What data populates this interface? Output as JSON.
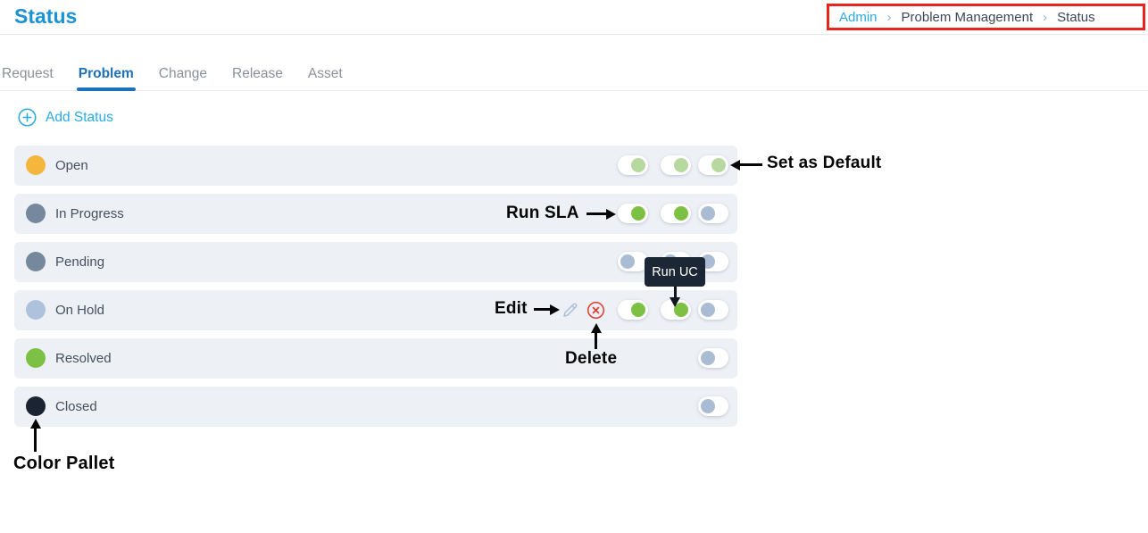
{
  "header": {
    "title": "Status",
    "breadcrumb": {
      "separator": "›",
      "items": [
        "Admin",
        "Problem Management",
        "Status"
      ]
    }
  },
  "tabs": [
    {
      "label": "Request",
      "active": false
    },
    {
      "label": "Problem",
      "active": true
    },
    {
      "label": "Change",
      "active": false
    },
    {
      "label": "Release",
      "active": false
    },
    {
      "label": "Asset",
      "active": false
    }
  ],
  "toolbar": {
    "add_status_label": "Add Status",
    "add_icon": "plus-circle-icon"
  },
  "status_rows": [
    {
      "label": "Open",
      "color": "#f5b63e",
      "toggles": [
        "on-pale",
        "on-pale",
        "on-pale"
      ]
    },
    {
      "label": "In Progress",
      "color": "#75889e",
      "toggles": [
        "on-green",
        "on-green",
        "off"
      ]
    },
    {
      "label": "Pending",
      "color": "#75889e",
      "toggles": [
        "off",
        "off",
        "off"
      ]
    },
    {
      "label": "On Hold",
      "color": "#aec2de",
      "toggles": [
        "on-green",
        "on-green",
        "off"
      ],
      "row_icons": [
        "edit-pencil-icon",
        "delete-circle-icon"
      ]
    },
    {
      "label": "Resolved",
      "color": "#7cc143",
      "toggles": [
        "",
        "",
        "off"
      ]
    },
    {
      "label": "Closed",
      "color": "#1b2433",
      "toggles": [
        "",
        "",
        "off"
      ]
    }
  ],
  "annotations": {
    "set_as_default": "Set as Default",
    "run_sla": "Run SLA",
    "run_uc_tooltip": "Run UC",
    "edit": "Edit",
    "delete": "Delete",
    "color_pallet": "Color Pallet"
  },
  "colors": {
    "accent_cyan": "#29abe2",
    "title_blue": "#1a93d4",
    "active_tab_blue": "#1d71b8",
    "row_bg": "#edf0f5",
    "toggle_on_green": "#7cc143",
    "toggle_on_pale": "#b7d9a0",
    "toggle_off_gray": "#a9bcd3",
    "tooltip_bg": "#1c2735",
    "breadcrumb_box_red": "#e8241d",
    "delete_red": "#e23b2e",
    "edit_pencil_blue": "#a9bcd8",
    "annotation_black": "#060606"
  }
}
